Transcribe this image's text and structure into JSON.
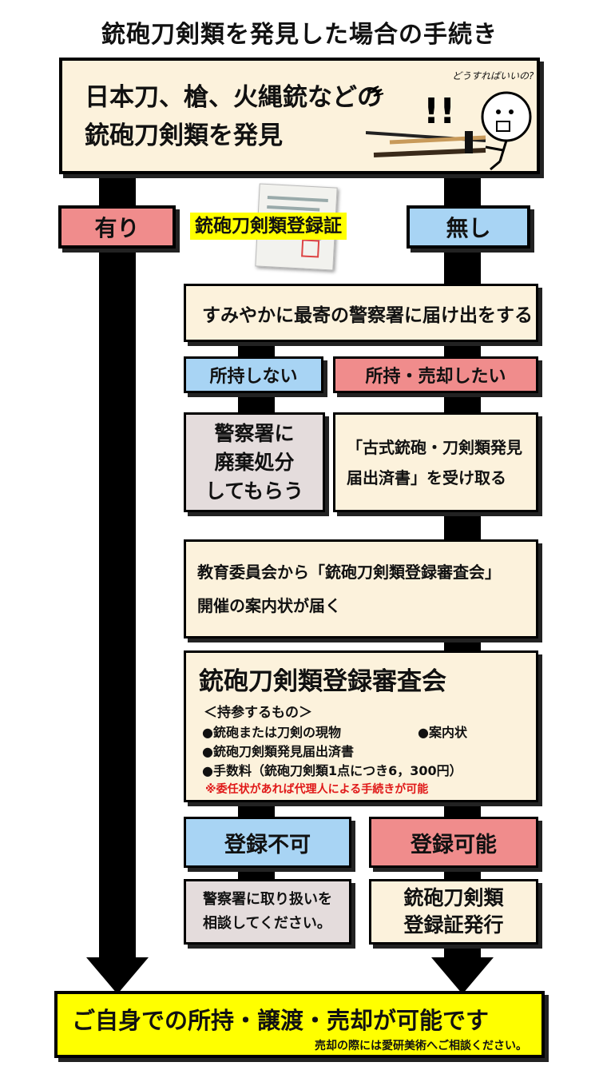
{
  "title": "銃砲刀剣類を発見した場合の手続き",
  "discovery": {
    "line1": "日本刀、槍、火縄銃などの",
    "line2": "銃砲刀剣類を発見",
    "speech": "どうすればいいの?",
    "exclaim": "!!"
  },
  "certificate_label": "銃砲刀剣類登録証",
  "left_branch": "有り",
  "right_branch": "無し",
  "report_step": "すみやかに最寄の警察署に届け出をする",
  "not_keep": "所持しない",
  "keep_sell": "所持・売却したい",
  "disposal": {
    "line1": "警察署に",
    "line2": "廃棄処分",
    "line3": "してもらう"
  },
  "receipt": {
    "line1": "「古式銃砲・刀剣類発見",
    "line2": "届出済書」を受け取る"
  },
  "notice": {
    "line1": "教育委員会から「銃砲刀剣類登録審査会」",
    "line2": "開催の案内状が届く"
  },
  "review": {
    "heading": "銃砲刀剣類登録審査会",
    "bring_title": "＜持参するもの＞",
    "item1": "●銃砲または刀剣の現物",
    "item1b": "●案内状",
    "item2": "●銃砲刀剣類発見届出済書",
    "item3": "●手数料（銃砲刀剣類1点につき6，300円）",
    "note": "※委任状があれば代理人による手続きが可能"
  },
  "reject": "登録不可",
  "accept": "登録可能",
  "reject_result": {
    "line1": "警察署に取り扱いを",
    "line2": "相談してください。"
  },
  "accept_result": {
    "line1": "銃砲刀剣類",
    "line2": "登録証発行"
  },
  "final": {
    "main": "ご自身での所持・譲渡・売却が可能です",
    "sub": "売却の際には愛研美術へご相談ください。"
  },
  "colors": {
    "cream": "#fcf2dc",
    "pink": "#f08c8c",
    "blue": "#a8d4f4",
    "grey": "#e4dcdc",
    "yellow": "#ffff00",
    "note_red": "#e01818"
  }
}
